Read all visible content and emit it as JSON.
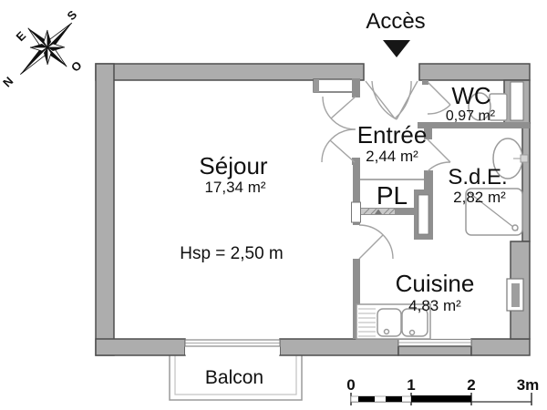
{
  "plan": {
    "access": {
      "label": "Accès"
    },
    "compass": {
      "n": "N",
      "s": "S",
      "e": "E",
      "o": "O"
    },
    "rooms": {
      "sejour": {
        "name": "Séjour",
        "area": "17,34 m²"
      },
      "entree": {
        "name": "Entrée",
        "area": "2,44 m²"
      },
      "wc": {
        "name": "WC",
        "area": "0,97 m²"
      },
      "sde": {
        "name": "S.d.E.",
        "area": "2,82 m²"
      },
      "pl": {
        "name": "PL"
      },
      "cuisine": {
        "name": "Cuisine",
        "area": "4,83 m²"
      },
      "balcon": {
        "name": "Balcon"
      }
    },
    "ceiling_height": "Hsp = 2,50 m",
    "scale_bar": {
      "ticks": [
        "0",
        "1",
        "2",
        "3m"
      ]
    },
    "colors": {
      "exterior_wall": "#adadad",
      "interior_wall": "#8f8f8f",
      "wall_outline": "#4f4f4f",
      "fixture_stroke": "#9a9a9a",
      "ink": "#111111"
    }
  }
}
